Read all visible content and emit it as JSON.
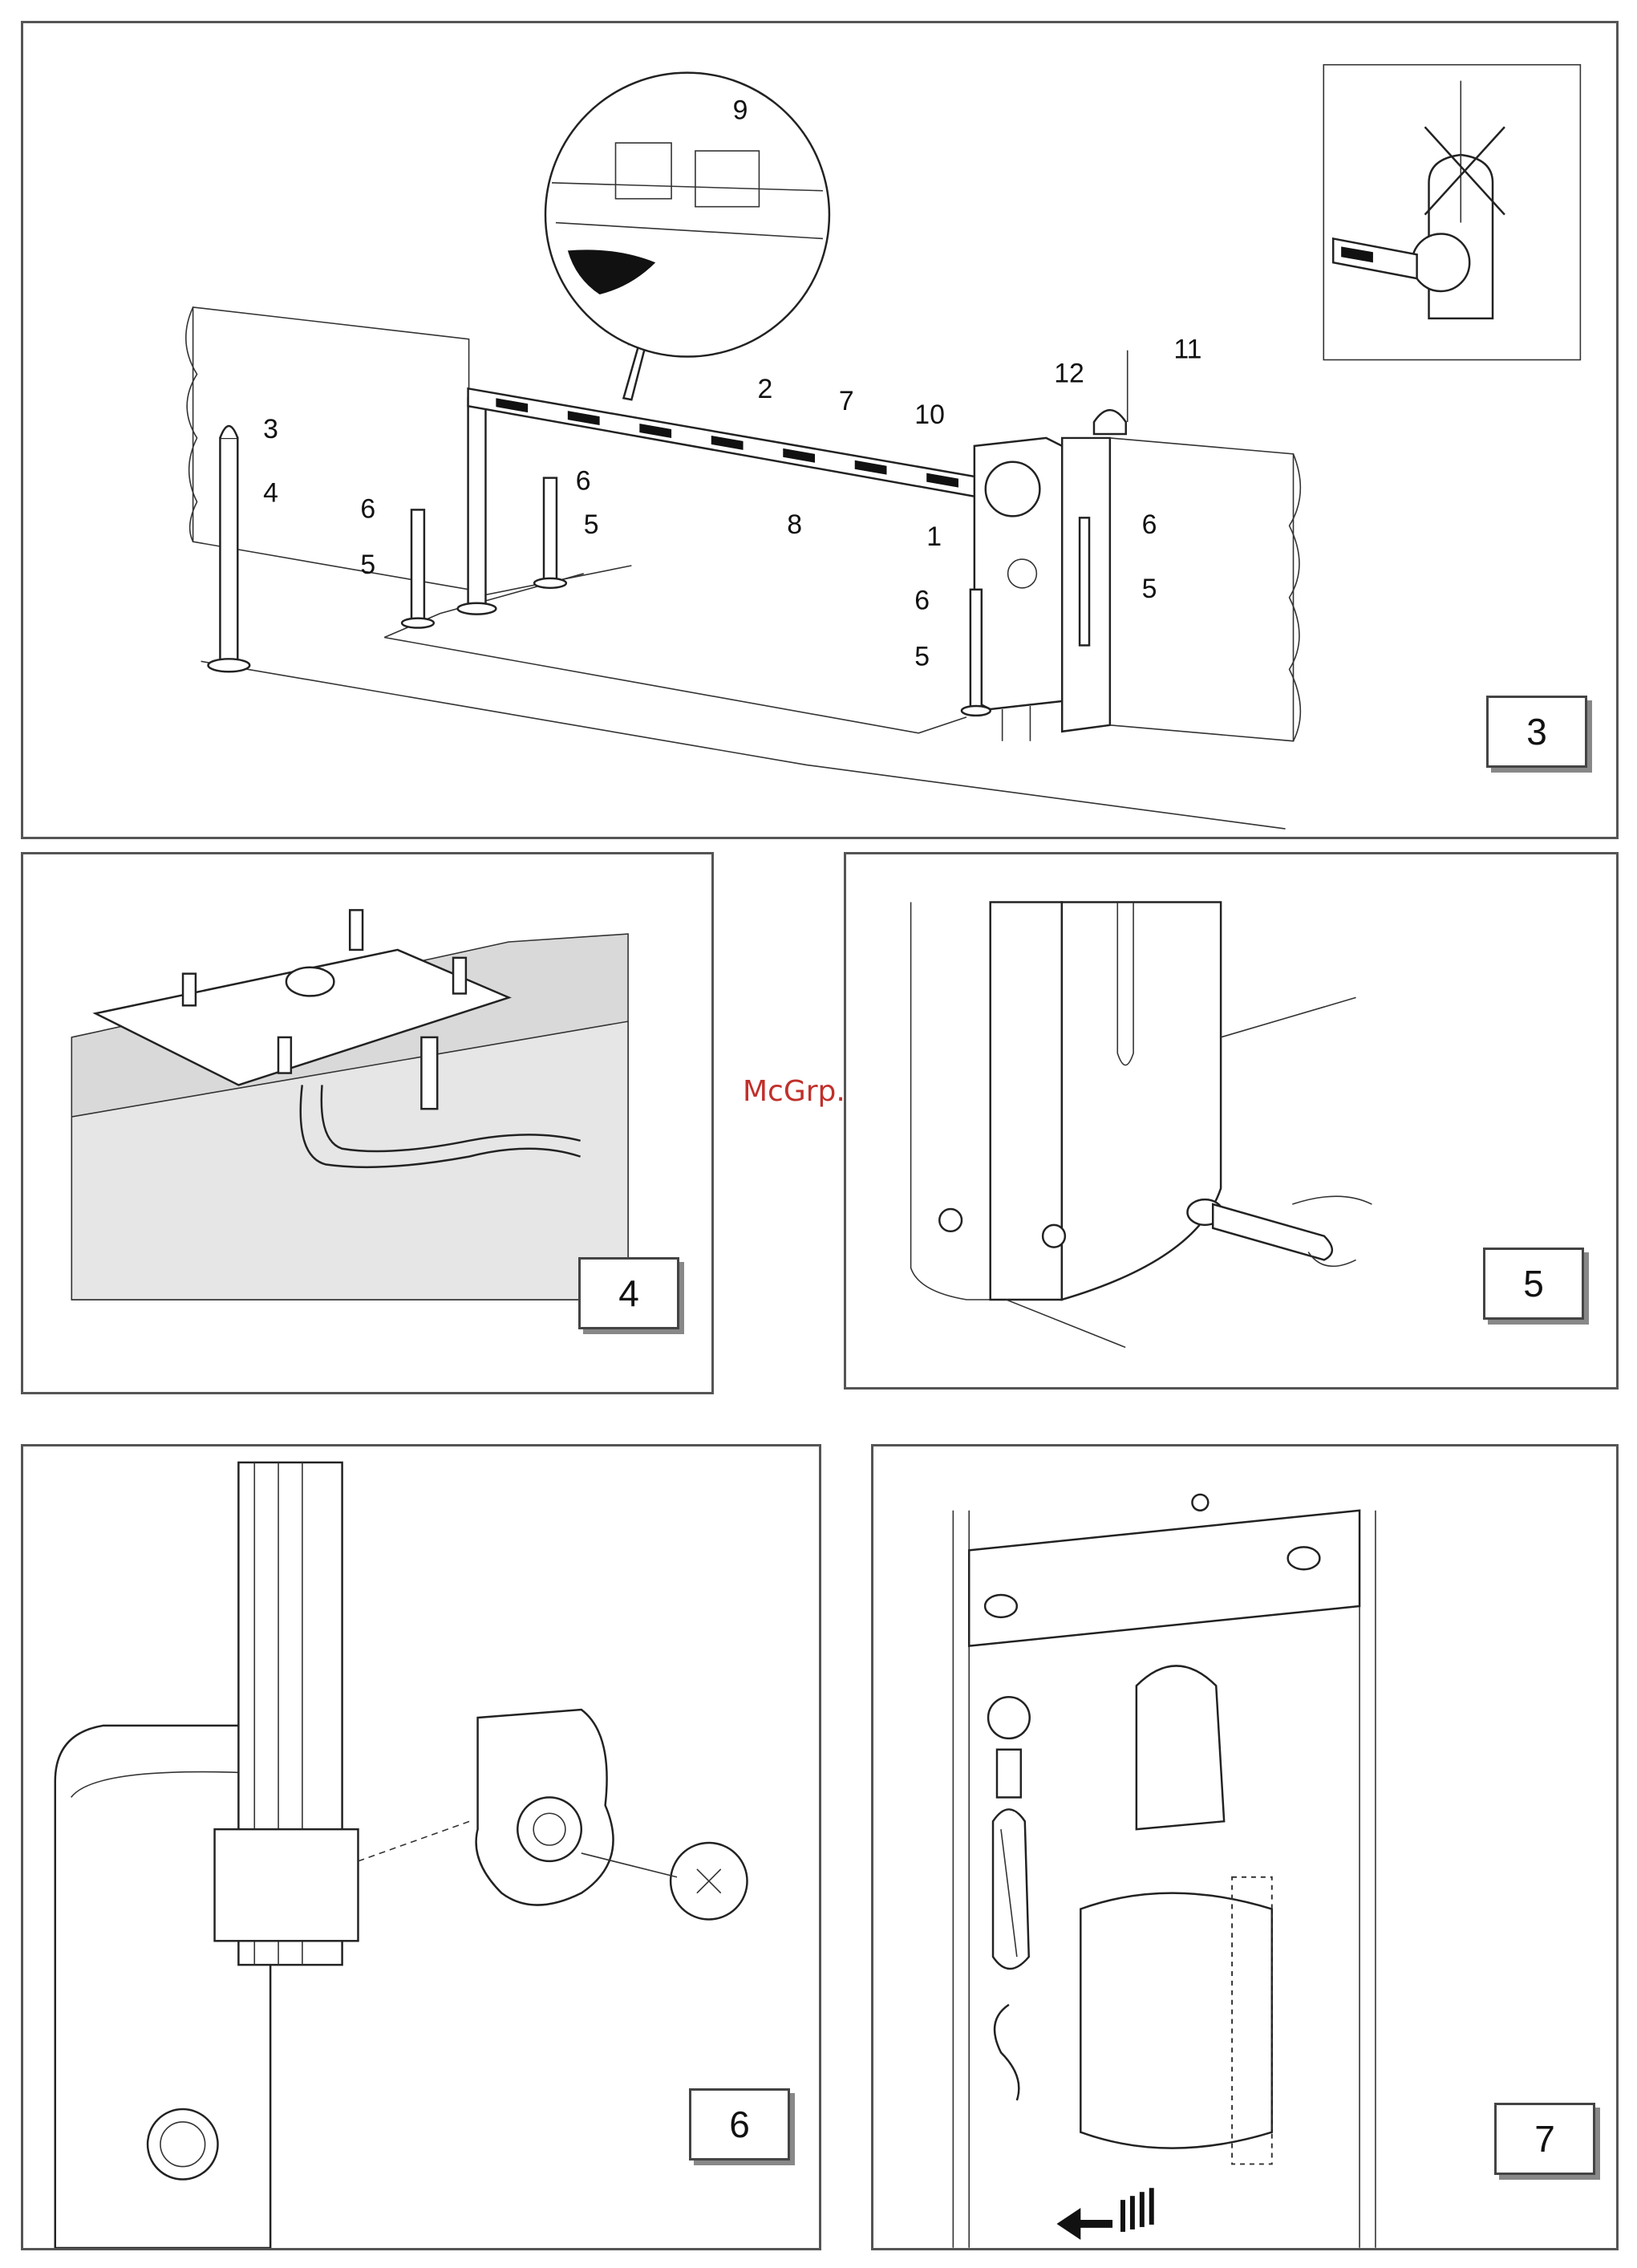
{
  "watermark": "McGrp.Ru",
  "figures": {
    "fig3": {
      "number": "3",
      "callouts": [
        "1",
        "2",
        "3",
        "4",
        "5",
        "5",
        "5",
        "5",
        "6",
        "6",
        "6",
        "6",
        "7",
        "8",
        "9",
        "10",
        "11",
        "12"
      ]
    },
    "fig4": {
      "number": "4"
    },
    "fig5": {
      "number": "5"
    },
    "fig6": {
      "number": "6"
    },
    "fig7": {
      "number": "7"
    }
  },
  "colors": {
    "border": "#555555",
    "watermark": "#c0302b",
    "line": "#222222"
  }
}
